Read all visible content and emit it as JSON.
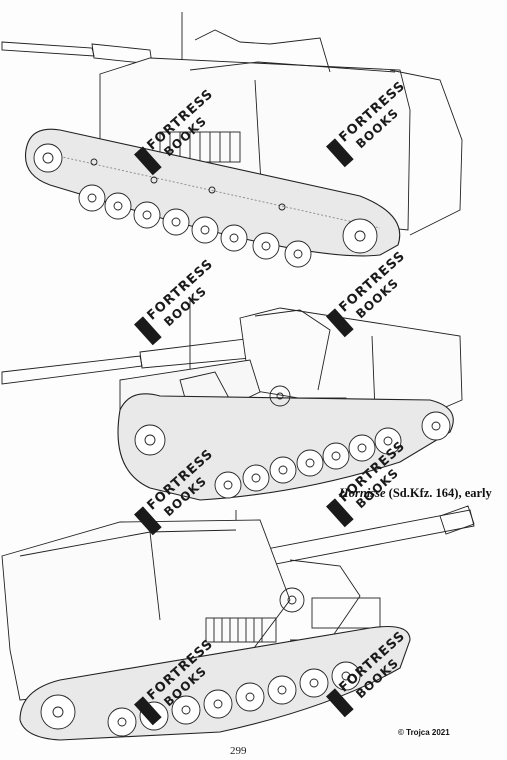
{
  "caption": {
    "italic": "Hornisse",
    "rest": " (Sd.Kfz. 164), early"
  },
  "copyright": "© Trojca 2021",
  "page_number": "299",
  "watermark": {
    "line1": "FORTRESS",
    "line2": "BOOKS"
  }
}
